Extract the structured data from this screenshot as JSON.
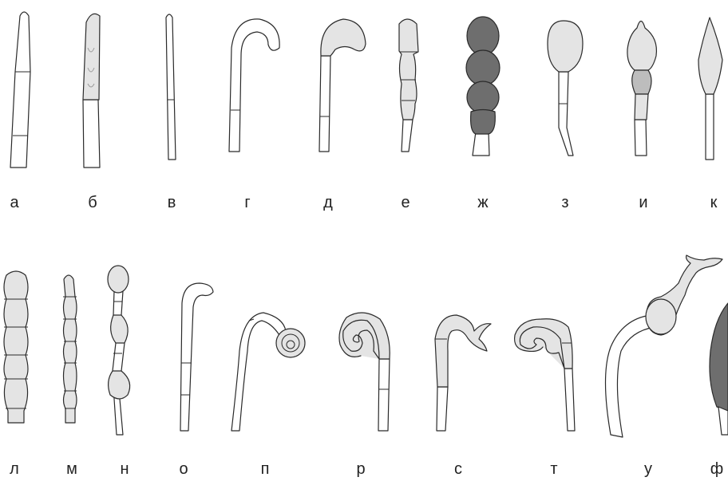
{
  "top_row_labels": [
    "а",
    "б",
    "в",
    "г",
    "д",
    "е",
    "ж",
    "з",
    "и",
    "к"
  ],
  "bottom_row_labels": [
    "л",
    "м",
    "н",
    "о",
    "п",
    "р",
    "с",
    "т",
    "у",
    "ф"
  ],
  "colors": {
    "outline": "#2a2a2a",
    "light_fill": "#e4e4e4",
    "medium_fill": "#bdbdbd",
    "dark_fill": "#6e6e6e"
  }
}
